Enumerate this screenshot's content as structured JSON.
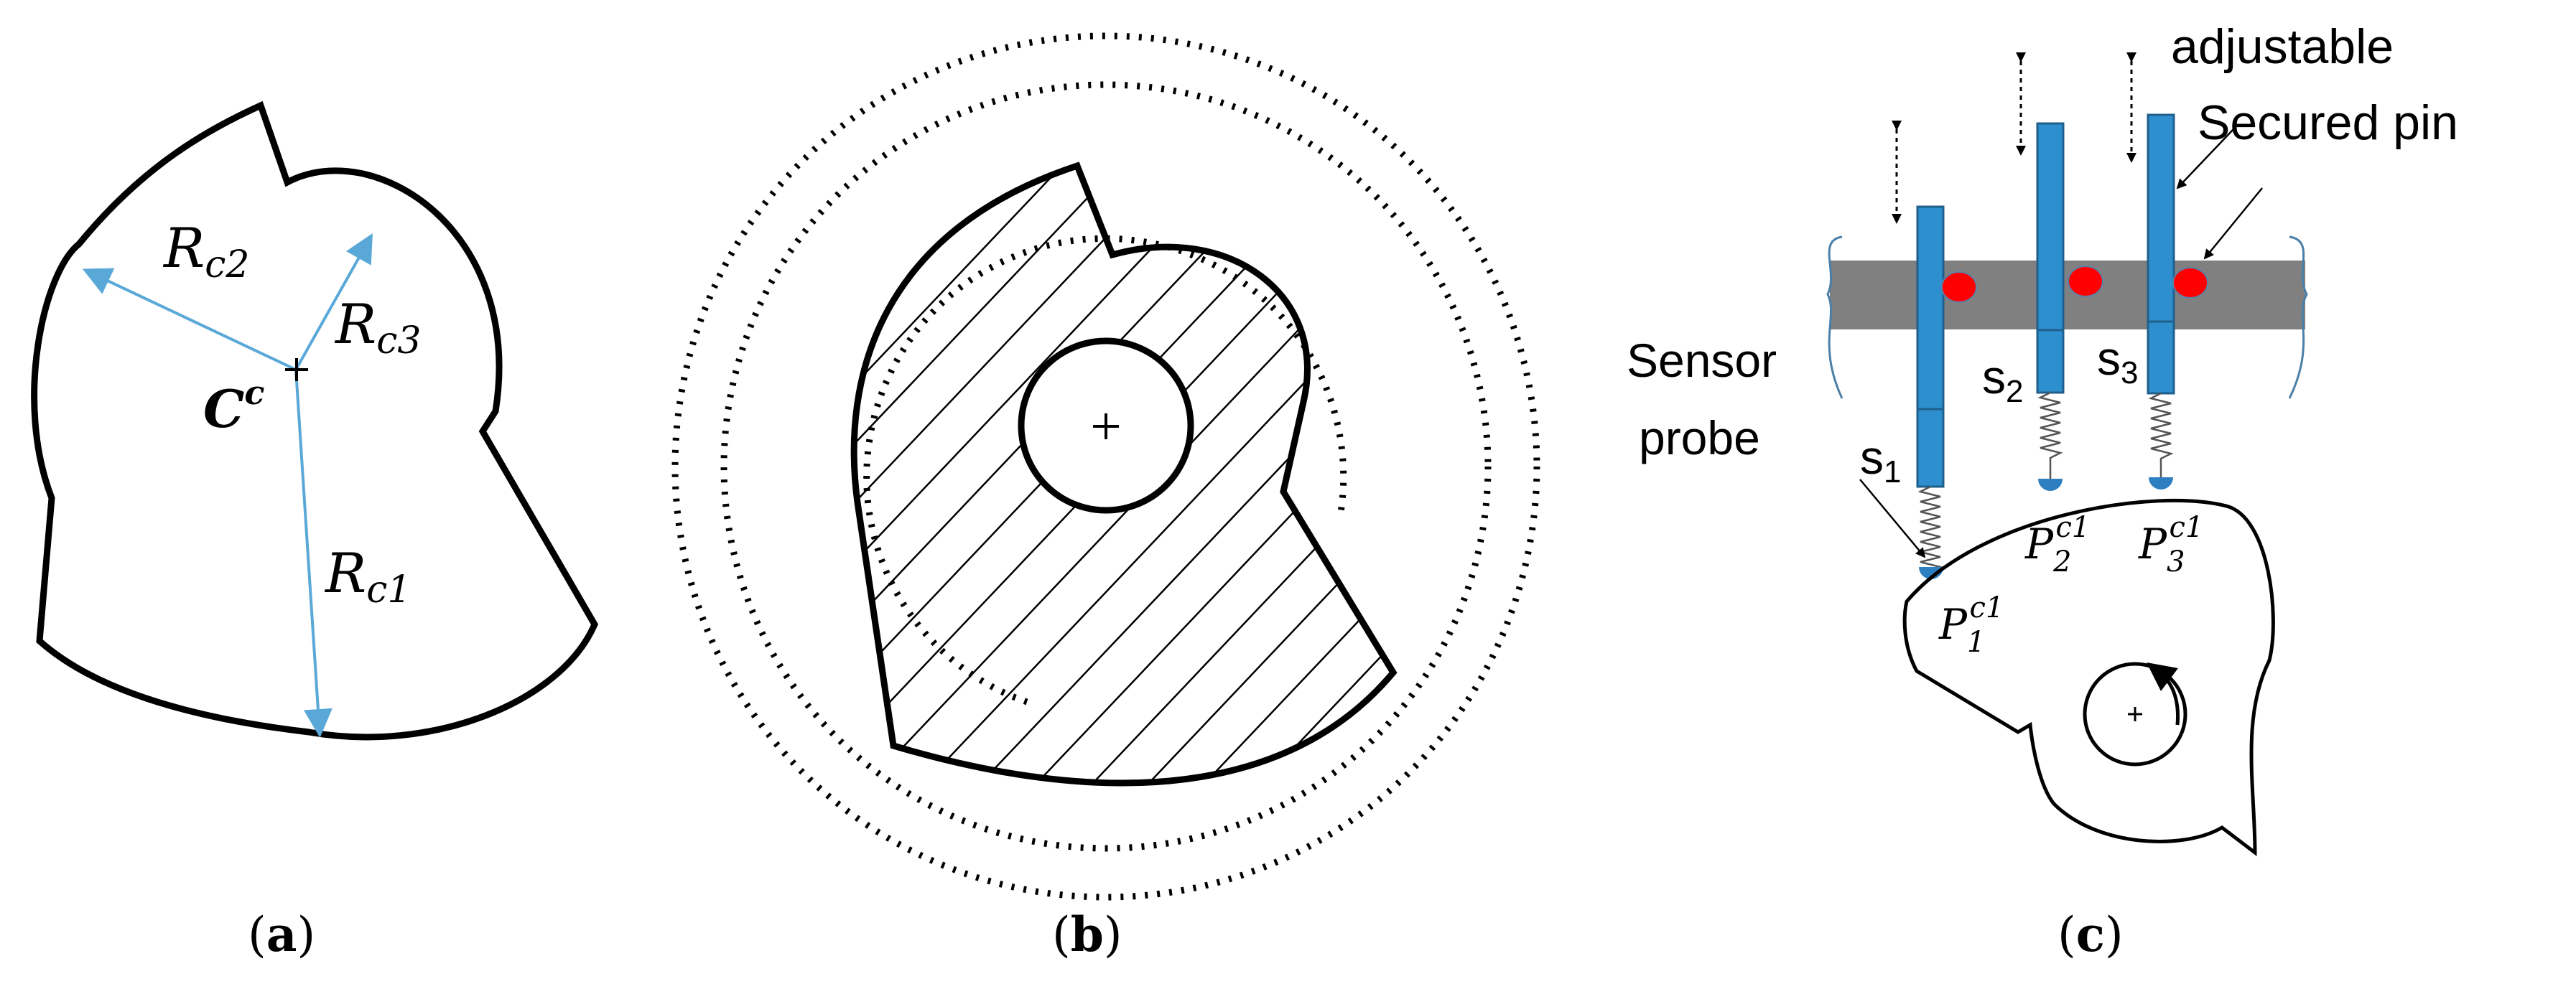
{
  "panels": {
    "a": {
      "caption_open": "(",
      "caption_letter": "a",
      "caption_close": ")",
      "center_label": "C",
      "center_label_sup": "c",
      "radii": [
        {
          "base": "R",
          "sub": "c1"
        },
        {
          "base": "R",
          "sub": "c2"
        },
        {
          "base": "R",
          "sub": "c3"
        }
      ]
    },
    "b": {
      "caption_open": "(",
      "caption_letter": "b",
      "caption_close": ")",
      "center_mark": "+"
    },
    "c": {
      "caption_open": "(",
      "caption_letter": "c",
      "caption_close": ")",
      "label_adjustable": "adjustable",
      "label_secured_pin": "Secured pin",
      "label_sensor": "Sensor",
      "label_probe": "probe",
      "sensors": [
        {
          "base": "s",
          "sub": "1"
        },
        {
          "base": "s",
          "sub": "2"
        },
        {
          "base": "s",
          "sub": "3"
        }
      ],
      "points": [
        {
          "base": "P",
          "sub": "1",
          "sup": "c1"
        },
        {
          "base": "P",
          "sub": "2",
          "sup": "c1"
        },
        {
          "base": "P",
          "sub": "3",
          "sup": "c1"
        }
      ],
      "center_mark": "+"
    }
  },
  "colors": {
    "ink": "#000000",
    "arrow_blue": "#5aa8d8",
    "pin_blue": "#2e8fcf",
    "pin_edge": "#1f5f8b",
    "bar_gray": "#808080",
    "dot_red": "#ff0000",
    "probe_tip": "#2e7fc0"
  }
}
